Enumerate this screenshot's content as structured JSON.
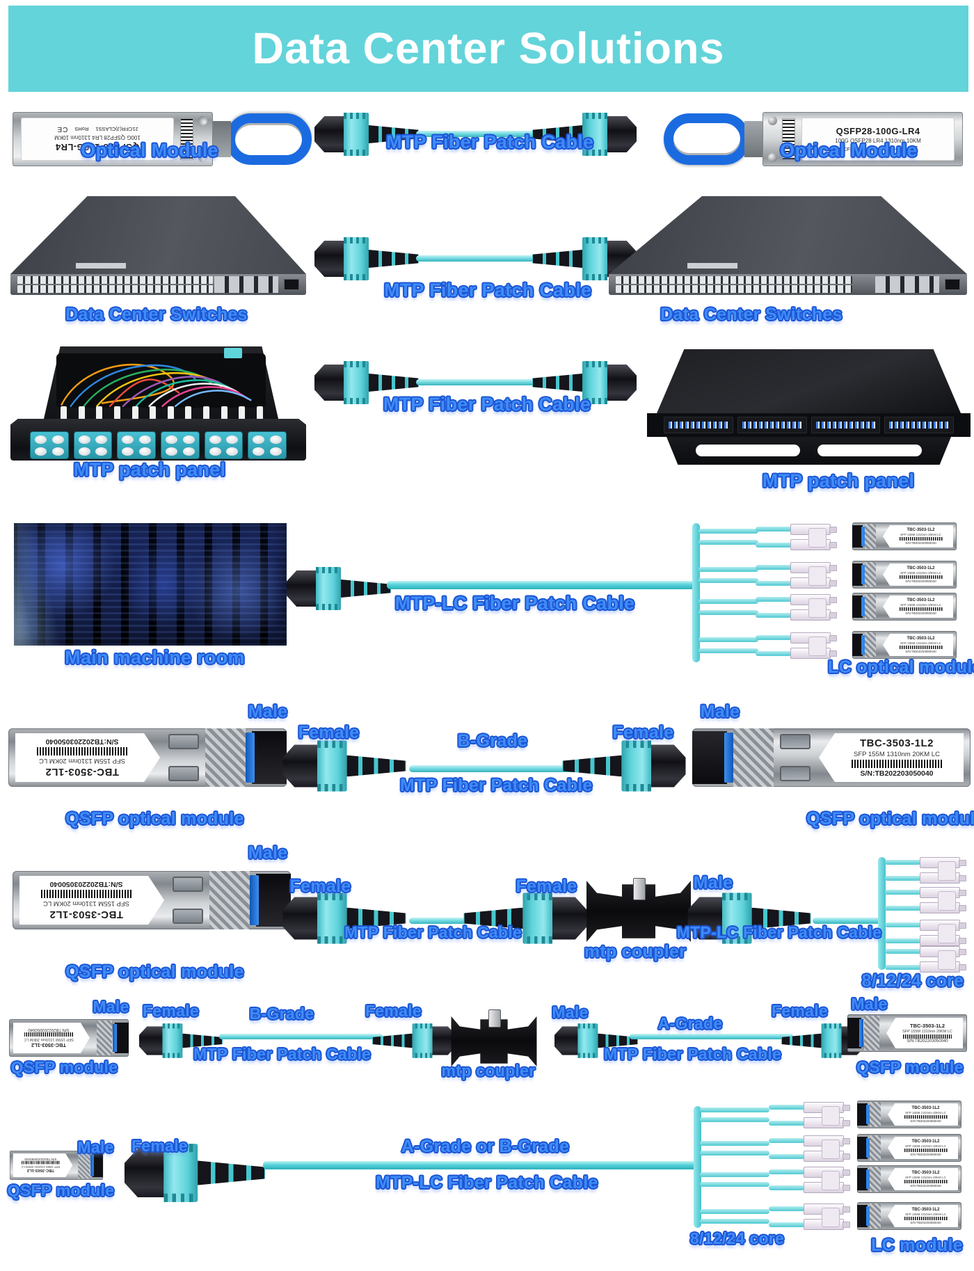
{
  "header": {
    "title": "Data Center Solutions"
  },
  "labels": {
    "optical_module": "Optical Module",
    "switches": "Data Center Switches",
    "patch_panel": "MTP patch panel",
    "machine_room": "Main machine room",
    "lc_optical_module": "LC optical module",
    "qsfp_optical_module": "QSFP optical module",
    "qsfp_module": "QSFP module",
    "lc_module": "LC module"
  },
  "terms": {
    "male": "Male",
    "female": "Female",
    "b_grade": "B-Grade",
    "a_grade": "A-Grade",
    "ab_grade": "A-Grade or B-Grade",
    "mtp_cable": "MTP Fiber Patch Cable",
    "mtp_lc_cable": "MTP-LC Fiber Patch Cable",
    "mtp_coupler": "mtp coupler",
    "core": "8/12/24 core"
  },
  "modules": {
    "qsfp28": {
      "part": "QSFP28-100G-LR4",
      "desc": "100G QSFP28 LR4 1310nm 10KM",
      "cert": "21CFR(J)CLASS1",
      "rohs": "RoHS",
      "ce": "CE"
    },
    "sfp": {
      "part": "TBC-3503-1L2",
      "desc": "SFP 155M 1310nm 20KM LC",
      "serial": "S/N:TB202203050040"
    }
  },
  "colors": {
    "header_bg": "#63d4da",
    "label_blue": "#2f82f6",
    "cable_aqua": "#6fd9df",
    "bail_blue": "#1b6be0"
  }
}
